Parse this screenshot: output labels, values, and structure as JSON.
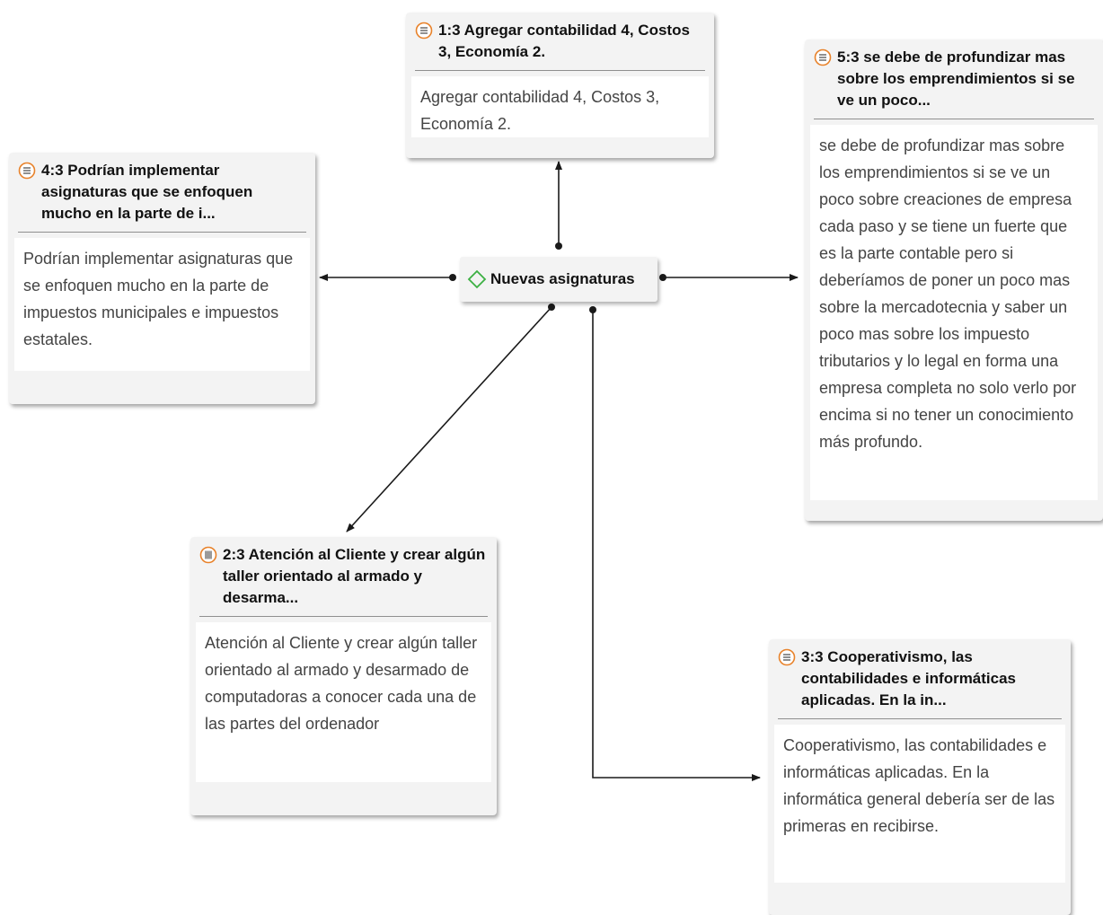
{
  "central": {
    "label": "Nuevas asignaturas",
    "icon": "green-diamond-icon"
  },
  "quotes": [
    {
      "id": "q1",
      "header": "1:3 Agregar contabilidad 4, Costos 3, Economía 2.",
      "body": "Agregar contabilidad 4, Costos 3, Economía 2.",
      "icon": "document-lines-icon"
    },
    {
      "id": "q4",
      "header": "4:3 Podrían implementar asignaturas que se enfoquen mucho en la parte de i...",
      "body": "Podrían implementar asignaturas que se enfoquen mucho en la parte de impuestos municipales e impuestos estatales.",
      "icon": "document-lines-icon"
    },
    {
      "id": "q5",
      "header": "5:3 se debe de profundizar mas sobre los emprendimientos si se ve un poco...",
      "body": " se debe de profundizar mas sobre los emprendimientos si se ve un poco sobre creaciones de empresa cada paso y se tiene un fuerte que es la parte contable pero si deberíamos de poner un poco mas sobre la mercadotecnia y saber un poco mas sobre los impuesto tributarios y lo legal en forma una empresa completa no solo verlo por encima si no tener un conocimiento más profundo.",
      "icon": "document-lines-icon"
    },
    {
      "id": "q2",
      "header": "2:3 Atención al Cliente y crear algún taller orientado al armado y desarma...",
      "body": "Atención al Cliente y crear algún taller orientado al armado y desarmado de computadoras a conocer cada una de las partes del ordenador",
      "icon": "document-filled-icon"
    },
    {
      "id": "q3",
      "header": "3:3 Cooperativismo, las contabilidades e informáticas aplicadas.  En la in...",
      "body": "Cooperativismo, las contabilidades e informáticas aplicadas.  En la informática general debería ser de las primeras en recibirse.",
      "icon": "document-lines-icon"
    }
  ],
  "colors": {
    "icon_orange": "#e8822a",
    "diamond_green": "#3cb043",
    "link": "#1a1a1a"
  }
}
